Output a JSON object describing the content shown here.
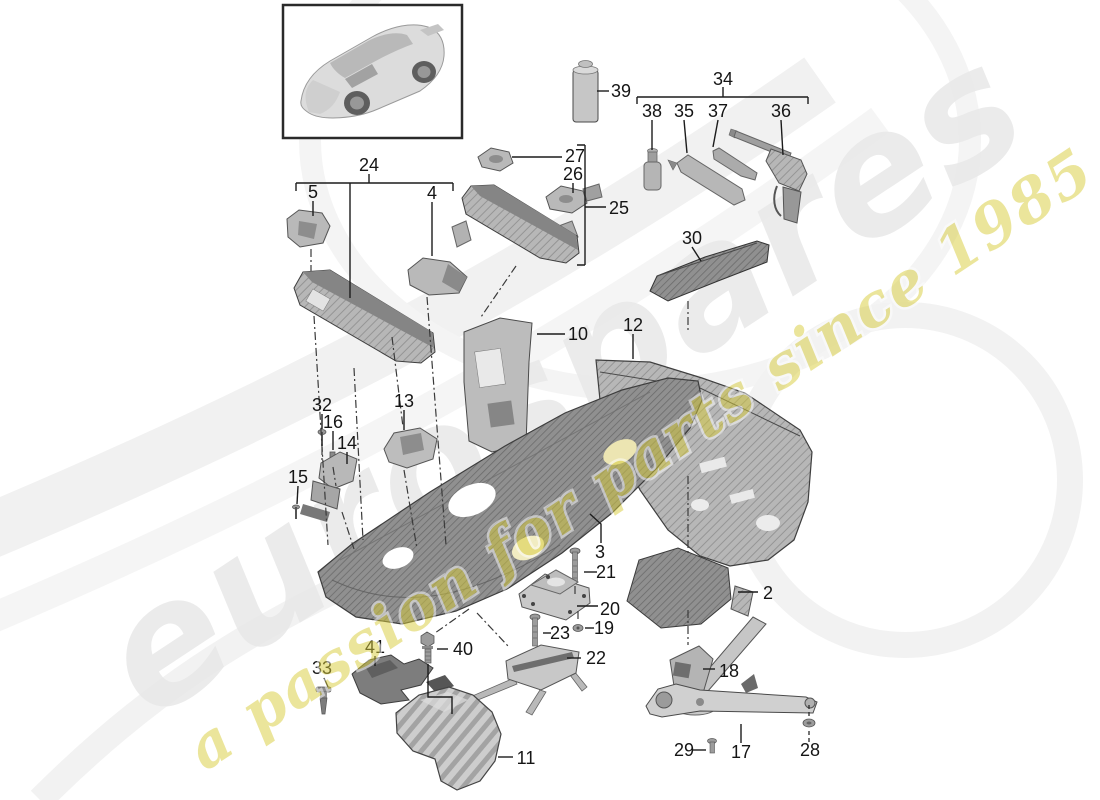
{
  "watermark": {
    "brand": "eurospares",
    "tagline": "a passion for parts since 1985",
    "brand_color": "#e9e9e9",
    "tagline_color": "#d8cc3a"
  },
  "callouts": {
    "c2": "2",
    "c3": "3",
    "c4": "4",
    "c5": "5",
    "c10": "10",
    "c11": "11",
    "c12": "12",
    "c13": "13",
    "c14": "14",
    "c15": "15",
    "c16": "16",
    "c17": "17",
    "c18": "18",
    "c19": "19",
    "c20": "20",
    "c21": "21",
    "c22": "22",
    "c23": "23",
    "c24": "24",
    "c25": "25",
    "c26": "26",
    "c27": "27",
    "c28": "28",
    "c29": "29",
    "c30": "30",
    "c32": "32",
    "c33": "33",
    "c34": "34",
    "c35": "35",
    "c36": "36",
    "c37": "37",
    "c38": "38",
    "c39": "39",
    "c40": "40",
    "c41": "41"
  }
}
